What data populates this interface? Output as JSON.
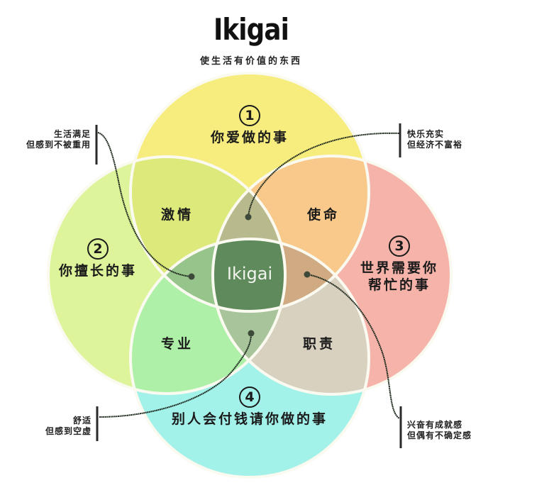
{
  "header": {
    "title": "Ikigai",
    "subtitle": "使生活有价值的东西"
  },
  "circles": [
    {
      "id": 1,
      "number": "①",
      "label": "你爱做的事",
      "color": "#f7ec7e"
    },
    {
      "id": 2,
      "number": "②",
      "label": "你擅长的事",
      "color": "#ddf49a"
    },
    {
      "id": 3,
      "number": "③",
      "label_line1": "世界需要你",
      "label_line2": "帮忙的事",
      "color": "#f6b3a9"
    },
    {
      "id": 4,
      "number": "④",
      "label": "别人会付钱请你做的事",
      "color": "#a3f2ea"
    }
  ],
  "overlaps": {
    "passion": {
      "label": "激情",
      "color": "#dde97a"
    },
    "mission": {
      "label": "使命",
      "color": "#f8c98a"
    },
    "profession": {
      "label": "专业",
      "color": "#aef0a8"
    },
    "vocation": {
      "label": "职责",
      "color": "#d9d1c0"
    },
    "love_need_pay": {
      "color": "#b9b98e"
    },
    "love_good_paid": {
      "color": "#96c48b"
    },
    "need_pay_love": {
      "color": "#cfaa82"
    },
    "good_paid_need": {
      "color": "#a7c49a"
    },
    "center": {
      "label": "Ikigai",
      "color": "#5f8a5c"
    }
  },
  "notes": {
    "top_left": {
      "line1": "生活满足",
      "line2": "但感到不被重用"
    },
    "top_right": {
      "line1": "快乐充实",
      "line2": "但经济不富裕"
    },
    "bottom_left": {
      "line1": "舒适",
      "line2": "但感到空虚"
    },
    "bottom_right": {
      "line1": "兴奋有成就感",
      "line2": "但偶有不确定感"
    }
  }
}
